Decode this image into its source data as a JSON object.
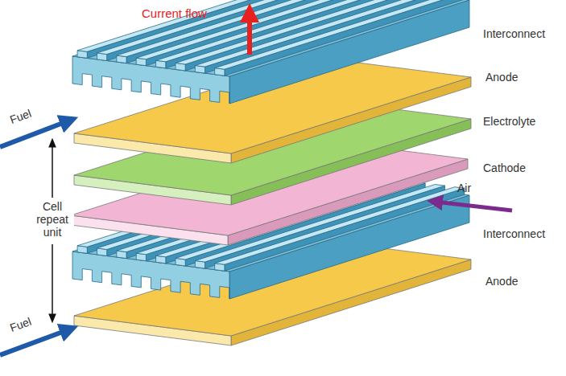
{
  "diagram": {
    "labels": [
      "Current flow",
      "Interconnect",
      "Anode",
      "Fuel",
      "Electrolyte",
      "Cathode",
      "Cell repeat unit",
      "Air",
      "Interconnect",
      "Anode",
      "Fuel"
    ]
  }
}
